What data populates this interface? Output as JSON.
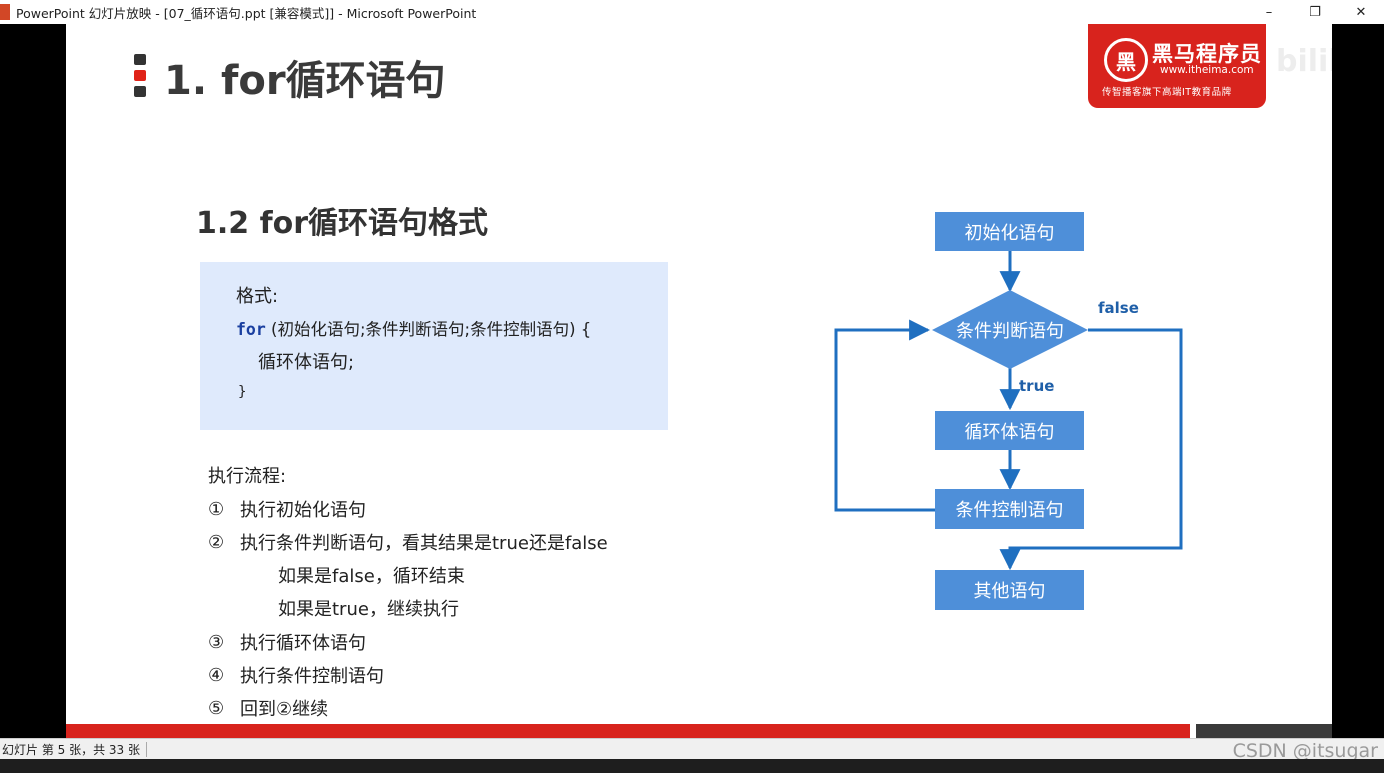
{
  "window": {
    "title": "PowerPoint 幻灯片放映 - [07_循环语句.ppt [兼容模式]] - Microsoft PowerPoint",
    "minimize": "–",
    "restore": "❐",
    "close": "✕"
  },
  "slide": {
    "title": "1. for循环语句",
    "logo": {
      "name": "黑马程序员",
      "mark": "黑",
      "url": "www.itheima.com",
      "slogan": "传智播客旗下高端IT教育品牌"
    },
    "watermark": "bilibili",
    "section_title": "1.2 for循环语句格式",
    "code": {
      "label": "格式:",
      "keyword": "for",
      "header_rest": " (初始化语句;条件判断语句;条件控制语句) {",
      "body": "循环体语句;",
      "close_brace": "}"
    },
    "flow_title": "执行流程:",
    "steps": [
      {
        "num": "①",
        "text": "执行初始化语句"
      },
      {
        "num": "②",
        "text": "执行条件判断语句，看其结果是true还是false"
      },
      {
        "num": "",
        "text": "如果是false，循环结束"
      },
      {
        "num": "",
        "text": "如果是true，继续执行"
      },
      {
        "num": "③",
        "text": "执行循环体语句"
      },
      {
        "num": "④",
        "text": "执行条件控制语句"
      },
      {
        "num": "⑤",
        "text": "回到②继续"
      }
    ],
    "flowchart": {
      "init": "初始化语句",
      "condition": "条件判断语句",
      "body": "循环体语句",
      "control": "条件控制语句",
      "other": "其他语句",
      "label_true": "true",
      "label_false": "false",
      "color": "#4e8fd9",
      "line_color": "#1f6fc0"
    }
  },
  "status": {
    "slide_info": "幻灯片 第 5 张，共 33 张",
    "watermark": "CSDN @itsugar"
  }
}
